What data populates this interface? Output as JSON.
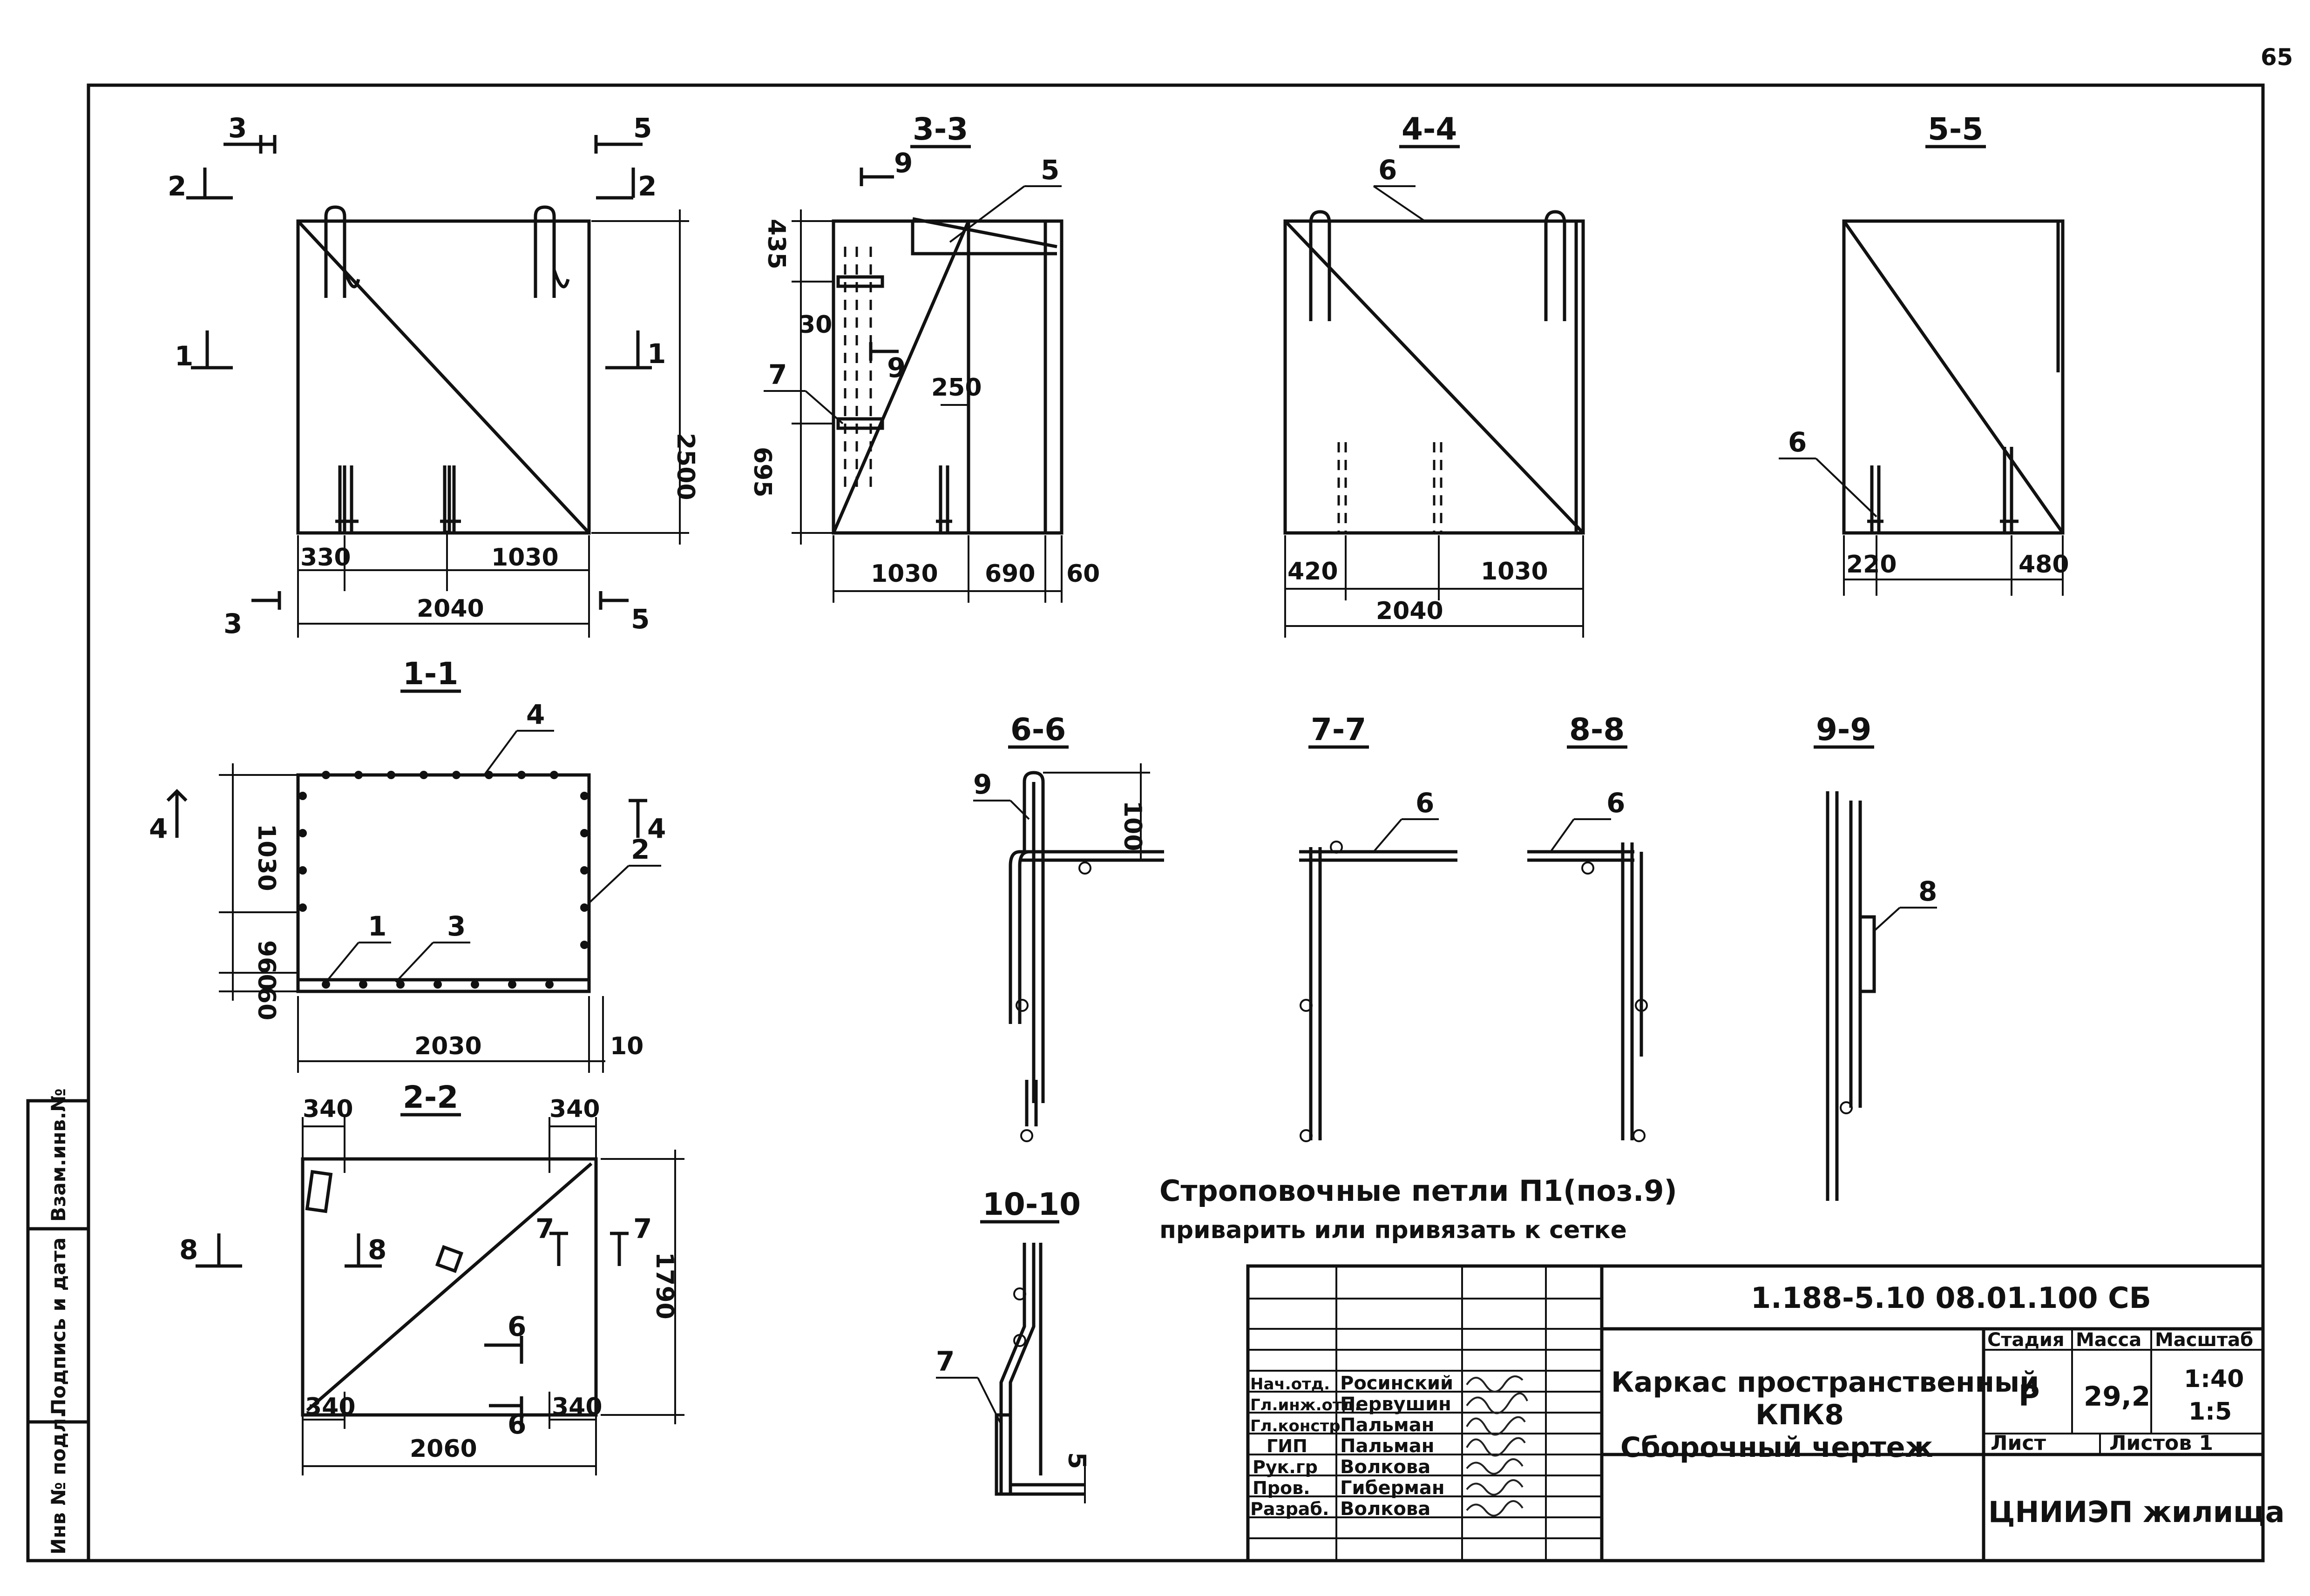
{
  "page_number": "65",
  "sections": {
    "s33": "3-3",
    "s44": "4-4",
    "s55": "5-5",
    "s11": "1-1",
    "s22": "2-2",
    "s66": "6-6",
    "s77": "7-7",
    "s88": "8-8",
    "s99": "9-9",
    "s1010": "10-10"
  },
  "dims": {
    "d2500": "2500",
    "d2040": "2040",
    "d330": "330",
    "d1030": "1030",
    "d435": "435",
    "d30": "30",
    "d250": "250",
    "d695": "695",
    "d690": "690",
    "d60": "60",
    "d420": "420",
    "d220": "220",
    "d480": "480",
    "d960": "960",
    "d2030": "2030",
    "d10": "10",
    "d340": "340",
    "d1790": "1790",
    "d2060": "2060",
    "d100": "100",
    "d5": "5"
  },
  "marks": {
    "m1": "1",
    "m2": "2",
    "m3": "3",
    "m4": "4",
    "m5": "5",
    "m6": "6",
    "m7": "7",
    "m8": "8",
    "m9": "9"
  },
  "note": {
    "line1": "Строповочные петли П1(поз.9)",
    "line2": "приварить или привязать к сетке"
  },
  "stamp": {
    "code": "1.188-5.10   08.01.100 СБ",
    "title_line1": "Каркас пространственный",
    "title_line2": "КПК8",
    "title_line3": "Сборочный чертеж",
    "stage_label": "Стадия",
    "mass_label": "Масса",
    "scale_label": "Масштаб",
    "stage_value": "Р",
    "mass_value": "29,2",
    "scale_value1": "1:40",
    "scale_value2": "1:5",
    "sheet_label": "Лист",
    "sheets_label": "Листов 1",
    "organization": "ЦНИИЭП жилища",
    "roles": [
      "Нач.отд.",
      "Гл.инж.отд.",
      "Гл.констр.",
      "ГИП",
      "Рук.гр",
      "Пров.",
      "Разраб."
    ],
    "names": [
      "Росинский",
      "Первушин",
      "Пальман",
      "Пальман",
      "Волкова",
      "Гиберман",
      "Волкова"
    ]
  },
  "side_stamp": {
    "c1": "Инв № подл.",
    "c2": "Подпись и дата",
    "c3": "Взам.инв.№"
  }
}
